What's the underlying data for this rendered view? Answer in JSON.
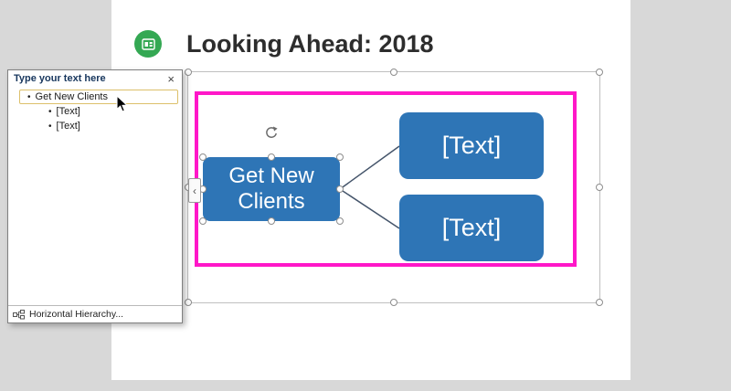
{
  "slide": {
    "title": "Looking Ahead: 2018"
  },
  "text_pane": {
    "header": "Type your text here",
    "close": "×",
    "bullet": "•",
    "items": [
      {
        "text": "Get New Clients",
        "level": 1,
        "selected": true
      },
      {
        "text": "[Text]",
        "level": 2,
        "selected": false
      },
      {
        "text": "[Text]",
        "level": 2,
        "selected": false
      }
    ],
    "footer": "Horizontal Hierarchy..."
  },
  "smartart": {
    "root": "Get New Clients",
    "children": [
      "[Text]",
      "[Text]"
    ],
    "toggle_chevron": "‹"
  },
  "colors": {
    "shape_fill": "#2e75b6",
    "annotation_border": "#ff17c8",
    "title_icon_green": "#34a853",
    "connector": "#44546a",
    "workspace_background": "#d8d8d8"
  }
}
